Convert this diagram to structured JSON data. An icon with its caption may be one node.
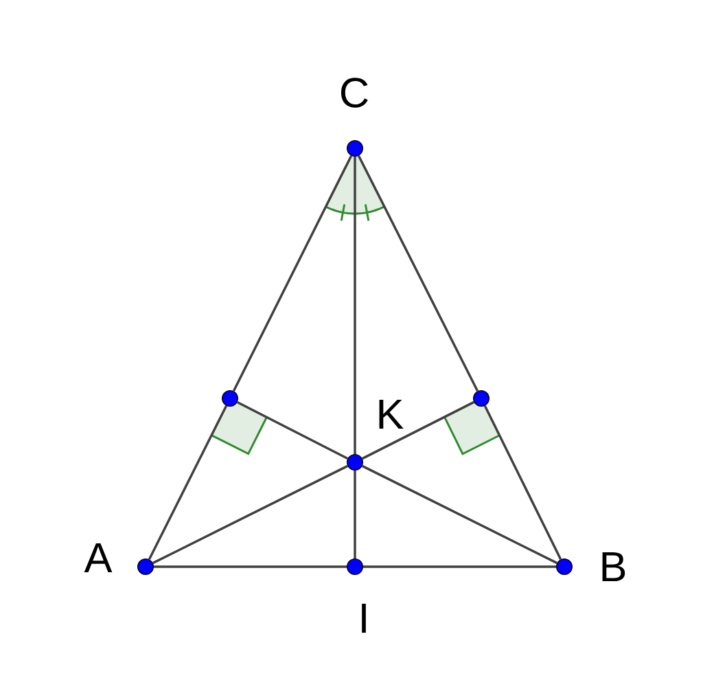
{
  "diagram": {
    "nodes": [
      {
        "text": [],
        "shape": "circle",
        "beside": [
          "C"
        ]
      },
      {
        "text": [],
        "shape": "circle"
      },
      {
        "text": [],
        "shape": "circle"
      },
      {
        "text": [],
        "shape": "circle",
        "beside": [
          "K"
        ]
      },
      {
        "text": [],
        "shape": "circle",
        "beside": [
          "A"
        ]
      },
      {
        "text": [],
        "shape": "circle",
        "beside": [
          "I"
        ]
      },
      {
        "text": [],
        "shape": "circle",
        "beside": [
          "B"
        ]
      }
    ],
    "edges": [
      {
        "from": 4,
        "to": 5,
        "arrow": "none"
      },
      {
        "from": 5,
        "to": 6,
        "arrow": "none"
      },
      {
        "from": 4,
        "to": 1,
        "arrow": "none"
      },
      {
        "from": 1,
        "to": 0,
        "arrow": "none"
      },
      {
        "from": 6,
        "to": 2,
        "arrow": "none"
      },
      {
        "from": 2,
        "to": 0,
        "arrow": "none"
      },
      {
        "from": 0,
        "to": 3,
        "arrow": "none"
      },
      {
        "from": 3,
        "to": 5,
        "arrow": "none"
      },
      {
        "from": 4,
        "to": 3,
        "arrow": "none"
      },
      {
        "from": 3,
        "to": 2,
        "arrow": "none"
      },
      {
        "from": 6,
        "to": 3,
        "arrow": "none"
      },
      {
        "from": 3,
        "to": 1,
        "arrow": "none"
      }
    ]
  }
}
